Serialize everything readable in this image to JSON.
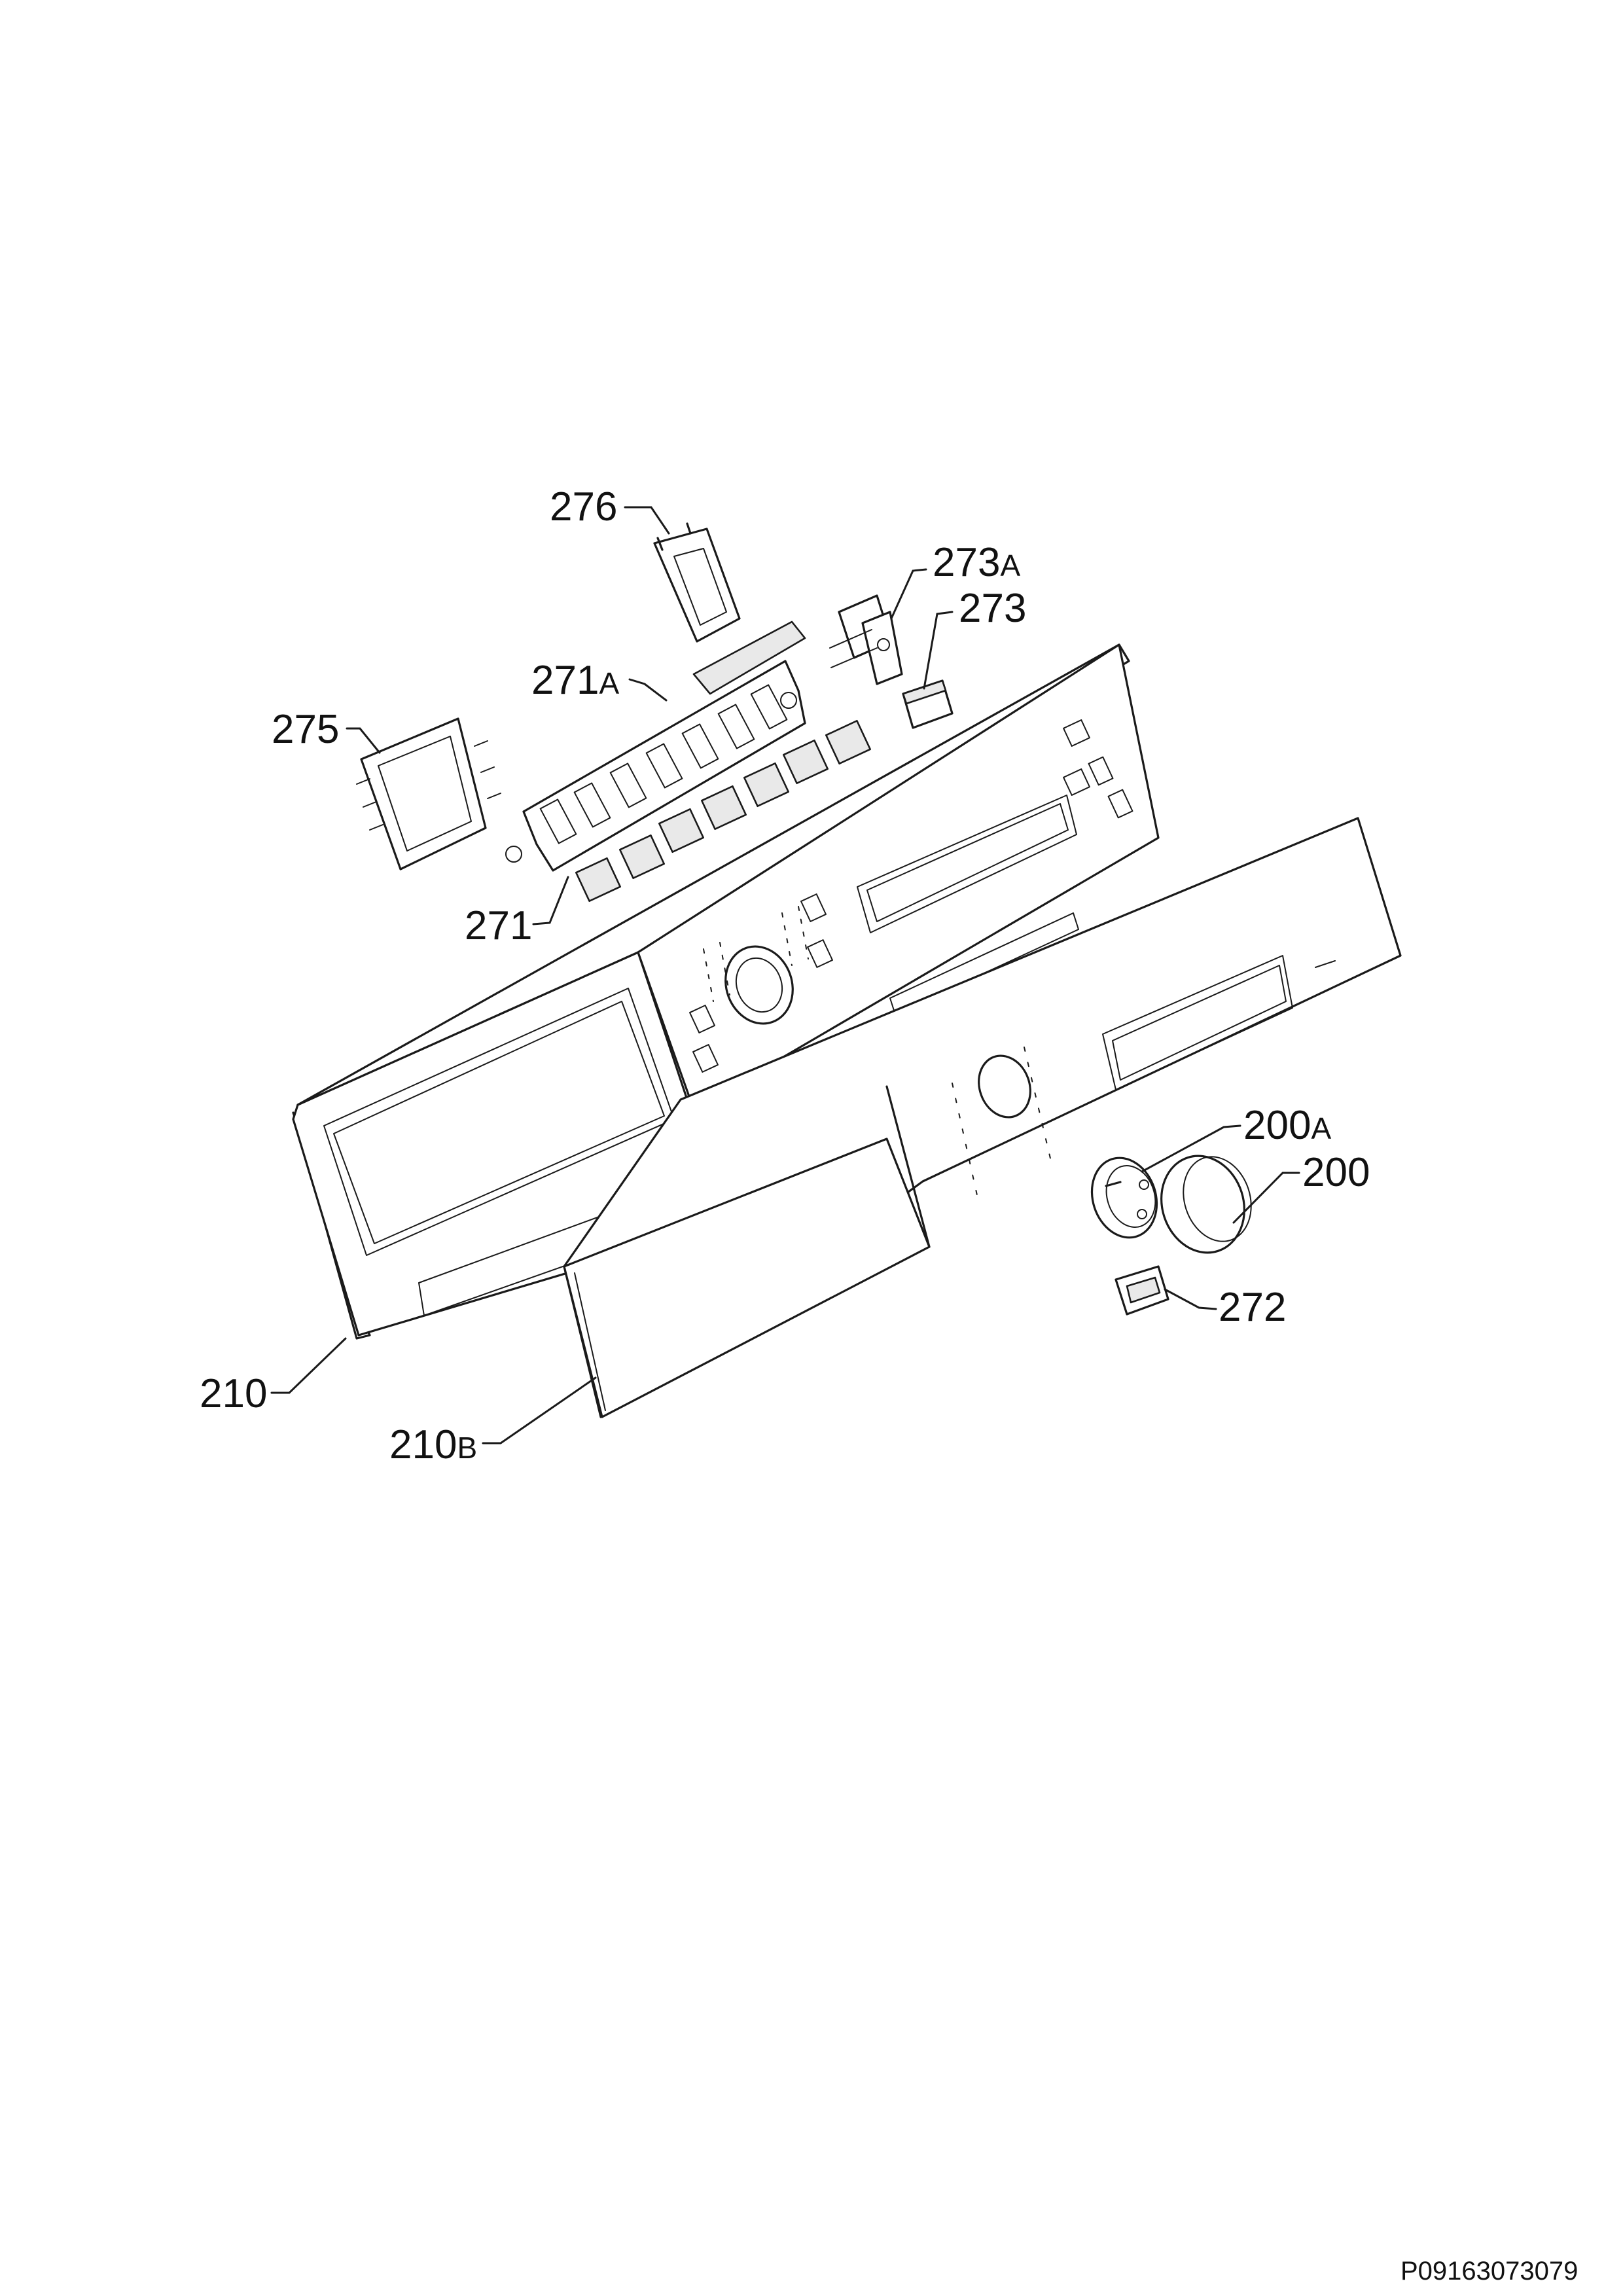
{
  "diagram": {
    "parts": [
      {
        "id": "p276",
        "num": "276",
        "suffix": ""
      },
      {
        "id": "p273a",
        "num": "273",
        "suffix": "A"
      },
      {
        "id": "p273",
        "num": "273",
        "suffix": ""
      },
      {
        "id": "p271a",
        "num": "271",
        "suffix": "A"
      },
      {
        "id": "p275",
        "num": "275",
        "suffix": ""
      },
      {
        "id": "p271",
        "num": "271",
        "suffix": ""
      },
      {
        "id": "p200a",
        "num": "200",
        "suffix": "A"
      },
      {
        "id": "p200",
        "num": "200",
        "suffix": ""
      },
      {
        "id": "p272",
        "num": "272",
        "suffix": ""
      },
      {
        "id": "p210",
        "num": "210",
        "suffix": ""
      },
      {
        "id": "p210b",
        "num": "210",
        "suffix": "B"
      }
    ]
  },
  "document_code": "P09163073079"
}
